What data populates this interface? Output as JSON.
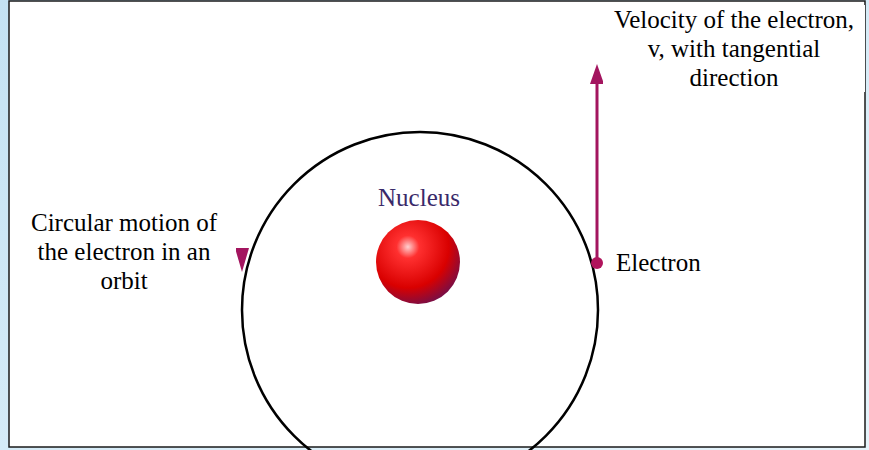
{
  "diagram": {
    "labels": [
      "Velocity of the electron, v, with tangential direction",
      "Nucleus",
      "Circular motion of the electron in an orbit",
      "Electron"
    ]
  }
}
